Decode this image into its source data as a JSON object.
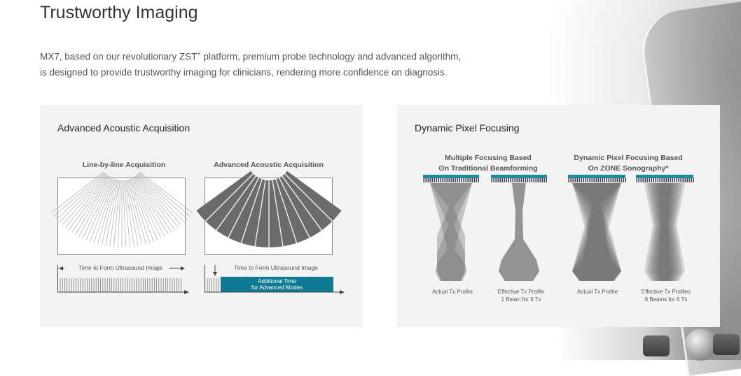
{
  "title": "Trustworthy Imaging",
  "intro": {
    "part1": "MX7, based on our revolutionary ZST",
    "sup": "+",
    "part2": " platform, premium probe technology and advanced algorithm,",
    "line2": "is designed to provide trustworthy imaging for clinicians, rendering more confidence on diagnosis."
  },
  "left_card": {
    "title": "Advanced Acoustic Acquisition",
    "diagram1": {
      "title": "Line-by-line Acquisition",
      "time_label": "Time to Form Ultrasound Image"
    },
    "diagram2": {
      "title": "Advanced Acoustic Acquisition",
      "time_label": "Time to Form Ultrasound Image",
      "additional_line1": "Additional Time",
      "additional_line2": "for Advanced Modes"
    },
    "accent_color": "#0e7a93"
  },
  "right_card": {
    "title": "Dynamic Pixel Focusing",
    "group1": {
      "title_line1": "Multiple Focusing Based",
      "title_line2": "On Traditional Beamforming"
    },
    "group2": {
      "title_line1": "Dynamic Pixel Focusing Based",
      "title_line2": "On ZONE Sonography*"
    },
    "captions": {
      "c1": "Actual Tx Profile",
      "c2_line1": "Effective Tx Profile",
      "c2_line2": "1 Beam for 3 Tx",
      "c3": "Actual Tx Profile",
      "c4_line1": "Effective Tx Profiles",
      "c4_line2": "6 Beams for 6 Tx"
    },
    "probe_color": "#1f8a9e"
  }
}
